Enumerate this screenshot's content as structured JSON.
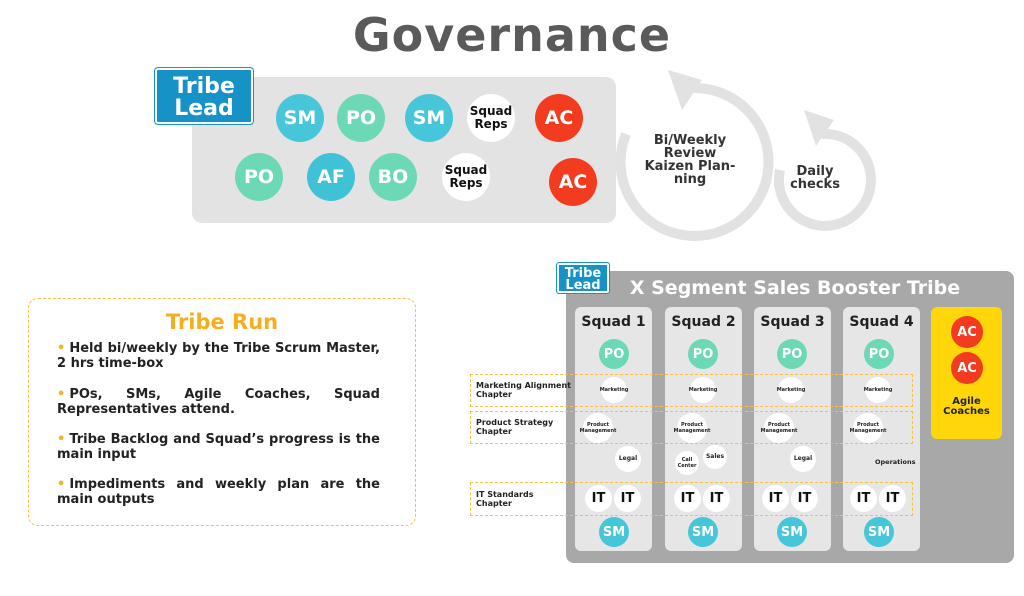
{
  "title": "Governance",
  "governance": {
    "tribe_lead_line1": "Tribe",
    "tribe_lead_line2": "Lead",
    "row1": [
      {
        "label": "SM",
        "kind": "sm"
      },
      {
        "label": "PO",
        "kind": "po"
      },
      {
        "label": "SM",
        "kind": "sm"
      },
      {
        "label": "Squad Reps",
        "kind": "white"
      },
      {
        "label": "AC",
        "kind": "ac"
      }
    ],
    "row2": [
      {
        "label": "PO",
        "kind": "po"
      },
      {
        "label": "AF",
        "kind": "af"
      },
      {
        "label": "BO",
        "kind": "po"
      },
      {
        "label": "Squad Reps",
        "kind": "white"
      },
      {
        "label": "AC",
        "kind": "ac"
      }
    ],
    "cycle_big_line1": "Bi/Weekly",
    "cycle_big_line2": "Review",
    "cycle_big_line3": "Kaizen Plan-",
    "cycle_big_line4": "ning",
    "cycle_small_line1": "Daily",
    "cycle_small_line2": "checks"
  },
  "tribe_run": {
    "title": "Tribe Run",
    "bullets": [
      "Held bi/weekly by the Tribe Scrum Master, 2 hrs time-box",
      "POs, SMs, Agile Coaches, Squad Representatives attend.",
      "Tribe Backlog and Squad’s progress is the main input",
      "Impediments and weekly plan are the main outputs"
    ]
  },
  "tribe": {
    "lead_line1": "Tribe",
    "lead_line2": "Lead",
    "title": "X Segment Sales Booster Tribe",
    "po_label": "PO",
    "sm_label": "SM",
    "it_label": "IT",
    "marketing_label": "Marketing",
    "product_line1": "Product",
    "product_line2": "Management",
    "squads": [
      {
        "name": "Squad 1",
        "extra": [
          {
            "text": "Legal"
          }
        ]
      },
      {
        "name": "Squad 2",
        "extra": [
          {
            "text": "Call Center"
          },
          {
            "text": "Sales"
          }
        ]
      },
      {
        "name": "Squad 3",
        "extra": [
          {
            "text": "Legal"
          }
        ]
      },
      {
        "name": "Squad 4",
        "extra": [
          {
            "text": "Operations"
          }
        ]
      }
    ],
    "agile_coaches": {
      "ac1": "AC",
      "ac2": "AC",
      "label_line1": "Agile",
      "label_line2": "Coaches"
    },
    "chapters": [
      {
        "line1": "Marketing Alignment",
        "line2": "Chapter"
      },
      {
        "line1": "Product Strategy",
        "line2": "Chapter"
      },
      {
        "line1": "IT Standards",
        "line2": "Chapter"
      }
    ]
  },
  "colors": {
    "sm": "#46c6d8",
    "po": "#6cd8b6",
    "ac": "#f23b1f",
    "tribe_lead": "#1692c6",
    "yellow": "#ffd60a",
    "accent": "#f4ae1e"
  }
}
